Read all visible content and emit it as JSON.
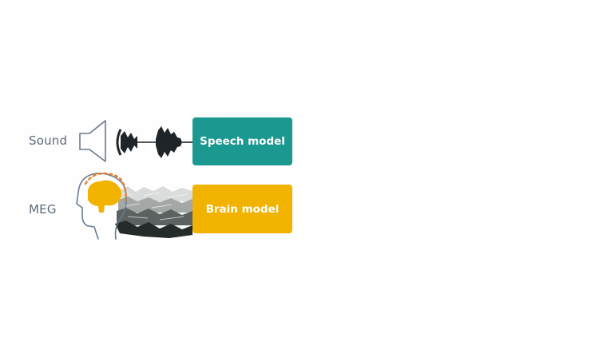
{
  "rows": {
    "sound": {
      "label": "Sound"
    },
    "meg": {
      "label": "MEG"
    }
  },
  "models": {
    "speech": {
      "label": "Speech model"
    },
    "brain": {
      "label": "Brain model"
    }
  },
  "colors": {
    "speech_model": "#1b9990",
    "brain_model": "#f2b200",
    "brain_fill": "#f2b200",
    "sensor_dots": "#e8822a",
    "outline": "#6b7a90",
    "waveform": "#1e2428",
    "label_text": "#5f6b7d"
  },
  "icons": {
    "speaker": "speaker-icon",
    "head": "head-icon",
    "brain": "brain-icon"
  }
}
